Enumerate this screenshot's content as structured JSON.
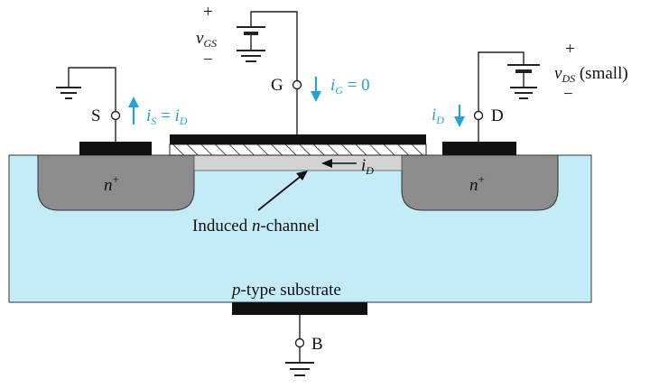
{
  "terminals": {
    "source": "S",
    "gate": "G",
    "drain": "D",
    "body": "B"
  },
  "vgs": {
    "symbol": "v",
    "sub": "GS",
    "plus": "+",
    "minus": "−"
  },
  "vds": {
    "symbol": "v",
    "sub": "DS",
    "suffix": "(small)",
    "plus": "+",
    "minus": "−"
  },
  "currents": {
    "is_left": "i",
    "is_left_sub": "S",
    "is_eq": " = ",
    "is_right": "i",
    "is_right_sub": "D",
    "ig": "i",
    "ig_sub": "G",
    "ig_eq": " = 0",
    "id_drain": "i",
    "id_drain_sub": "D",
    "id_channel": "i",
    "id_channel_sub": "D"
  },
  "regions": {
    "n_plus": "n",
    "n_plus_sup": "+",
    "channel_label_pre": "Induced ",
    "channel_label_n": "n",
    "channel_label_post": "-channel",
    "substrate_p": "p",
    "substrate_rest": "-type substrate"
  },
  "colors": {
    "substrate": "#c4ecf8",
    "n_plus": "#8c8c8c",
    "channel": "#d2d2d2",
    "metal": "#111111",
    "current_arrow": "#1ea4d8"
  }
}
